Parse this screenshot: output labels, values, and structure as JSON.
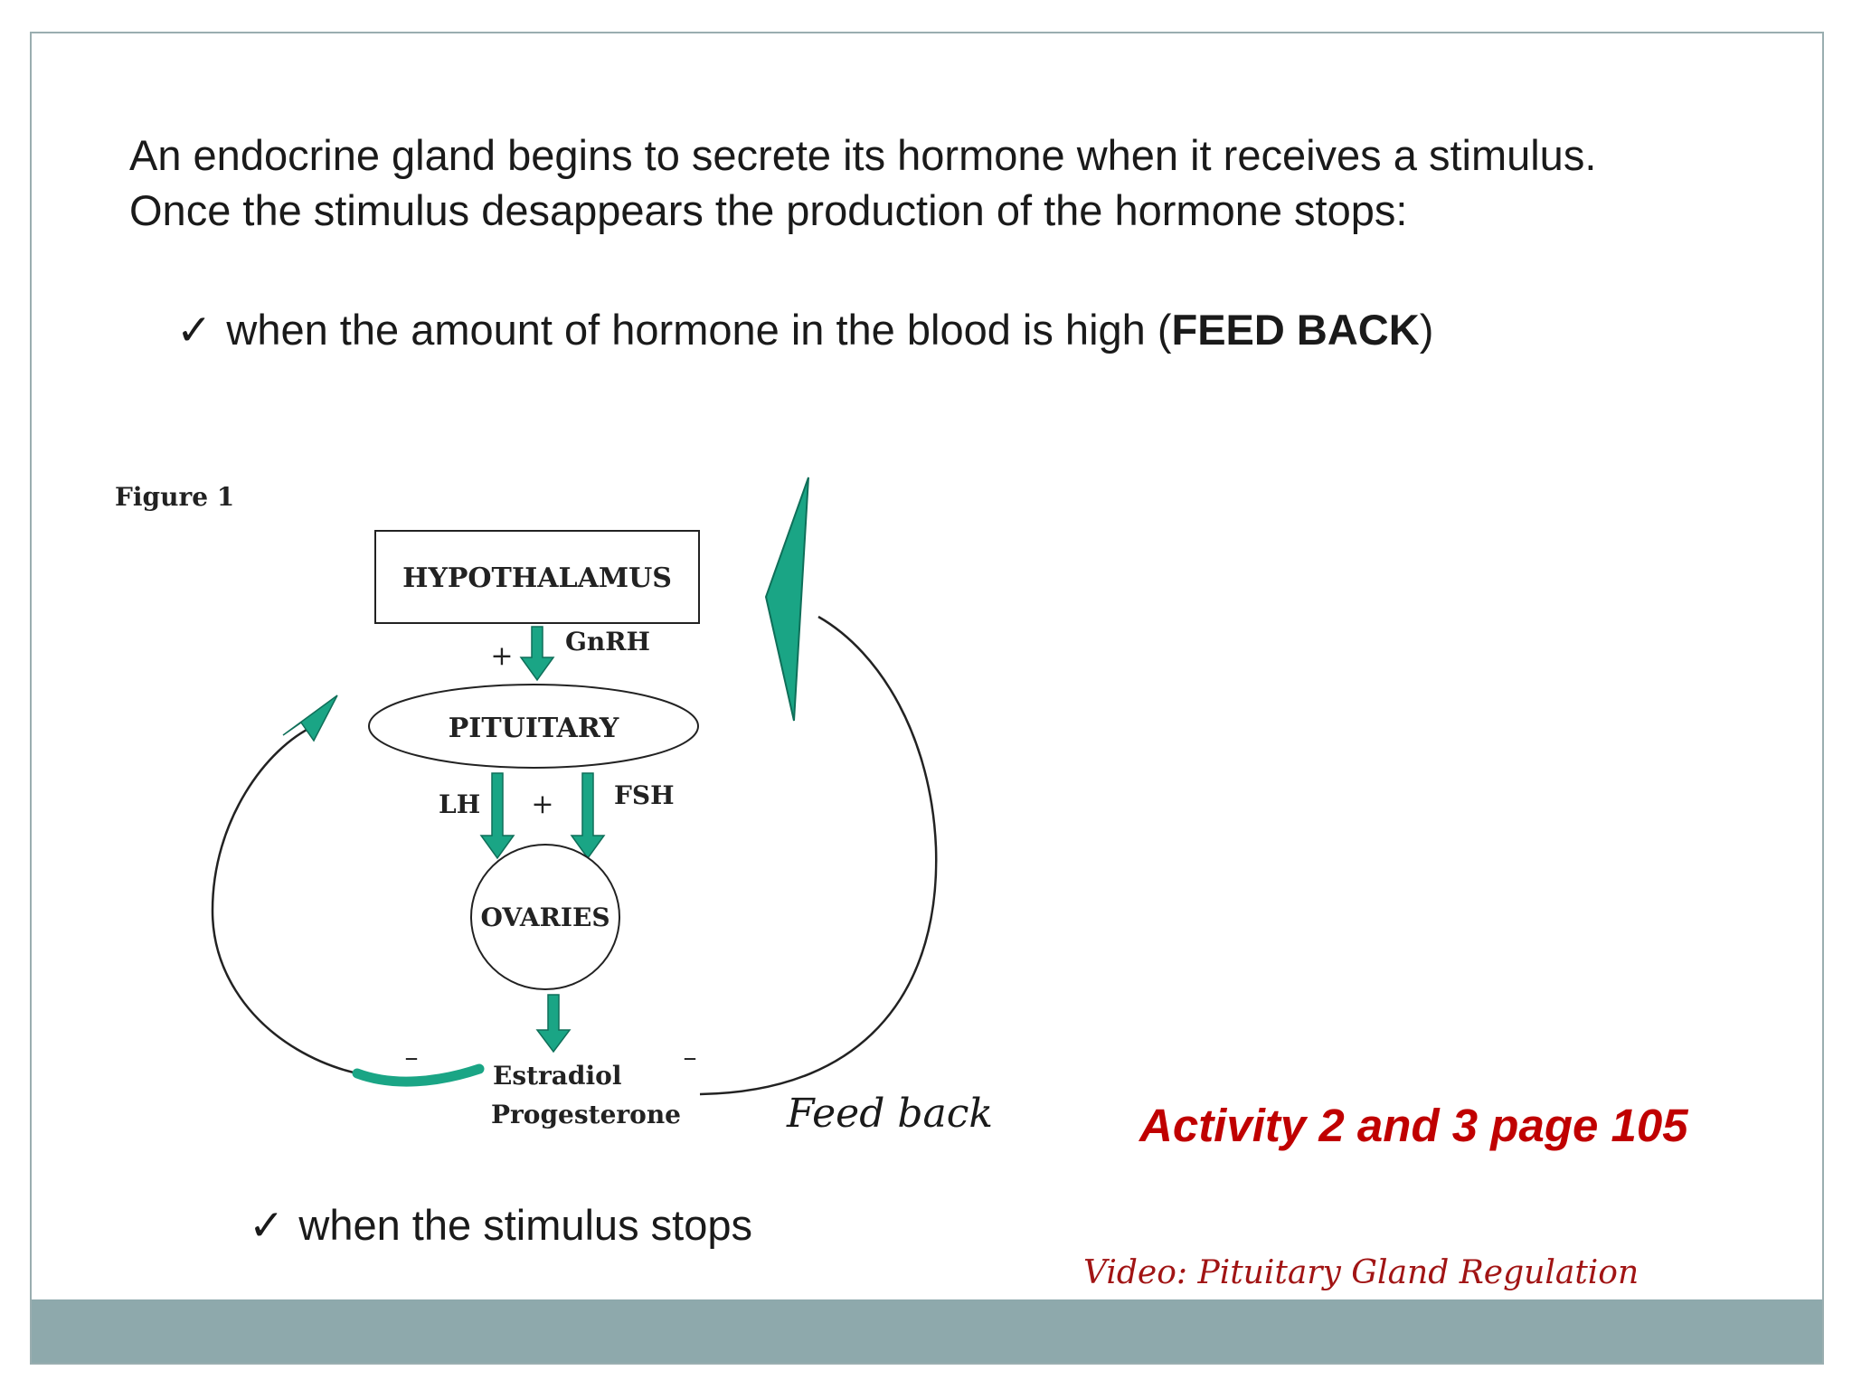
{
  "intro": {
    "line1": "An endocrine gland begins to secrete its hormone when it receives a stimulus.",
    "line2": "Once the stimulus desappears the production of the hormone stops:"
  },
  "bullets": {
    "check_mark": "✓",
    "first_prefix": "when the amount of hormone in the blood is high (",
    "first_bold": "FEED BACK",
    "first_suffix": ")",
    "second": "when the stimulus stops"
  },
  "figure": {
    "caption": "Figure 1",
    "hypothalamus": "HYPOTHALAMUS",
    "gnrh": "GnRH",
    "plus": "+",
    "pituitary": "PITUITARY",
    "lh": "LH",
    "fsh": "FSH",
    "ovaries": "OVARIES",
    "minus": "–",
    "estradiol": "Estradiol",
    "progesterone": "Progesterone",
    "feedback_label": "Feed back",
    "colors": {
      "arrow": "#1aa585",
      "line": "#222222"
    }
  },
  "activity": "Activity 2 and 3 page 105",
  "video_link": "Video: Pituitary Gland Regulation",
  "colors": {
    "footer": "#8ea9ac",
    "accent_red": "#c00000",
    "link_red": "#a11414"
  }
}
